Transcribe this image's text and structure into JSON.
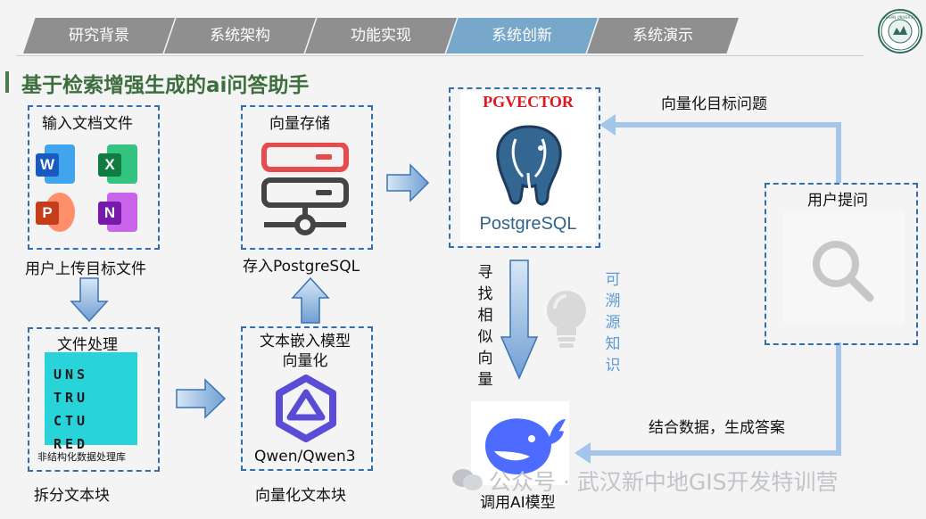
{
  "nav": {
    "tabs": [
      {
        "label": "研究背景",
        "active": false
      },
      {
        "label": "系统架构",
        "active": false
      },
      {
        "label": "功能实现",
        "active": false
      },
      {
        "label": "系统创新",
        "active": true
      },
      {
        "label": "系统演示",
        "active": false
      }
    ],
    "logo_text": "WUHAN UNIVERSITY"
  },
  "title": "基于检索增强生成的ai问答助手",
  "boxes": {
    "input_docs": {
      "title": "输入文档文件",
      "caption": "用户上传目标文件",
      "icons": [
        "word-icon",
        "excel-icon",
        "powerpoint-icon",
        "onenote-icon"
      ],
      "icon_letters": [
        "W",
        "X",
        "P",
        "N"
      ]
    },
    "file_process": {
      "title": "文件处理",
      "caption": "拆分文本块",
      "lib_text": [
        "UNS",
        "TRU",
        "CTU",
        "RED"
      ],
      "lib_label": "非结构化数据处理库"
    },
    "embed": {
      "title": "文本嵌入模型\n向量化",
      "caption": "向量化文本块",
      "model_label": "Qwen/Qwen3"
    },
    "store": {
      "title": "向量存储",
      "caption": "存入PostgreSQL"
    },
    "pgvector": {
      "title": "PGVECTOR",
      "brand": "PostgreSQL"
    },
    "user_question": {
      "title": "用户提问"
    }
  },
  "labels": {
    "vectorize_question": "向量化目标问题",
    "find_similar": "寻找相似向量",
    "traceable": "可溯源知识",
    "combine": "结合数据，生成答案",
    "call_ai": "调用AI模型"
  },
  "watermark": "公众号 · 武汉新中地GIS开发特训营",
  "colors": {
    "tab_gray": "#8f8f8f",
    "tab_active": "#77a7c9",
    "title_green": "#3e6e3e",
    "dashed_blue": "#2f6fb0",
    "arrow_blue": "#7fa9d8",
    "flow_line": "#a4c6ea",
    "pg_red": "#e0161e",
    "pg_blue": "#336791"
  }
}
